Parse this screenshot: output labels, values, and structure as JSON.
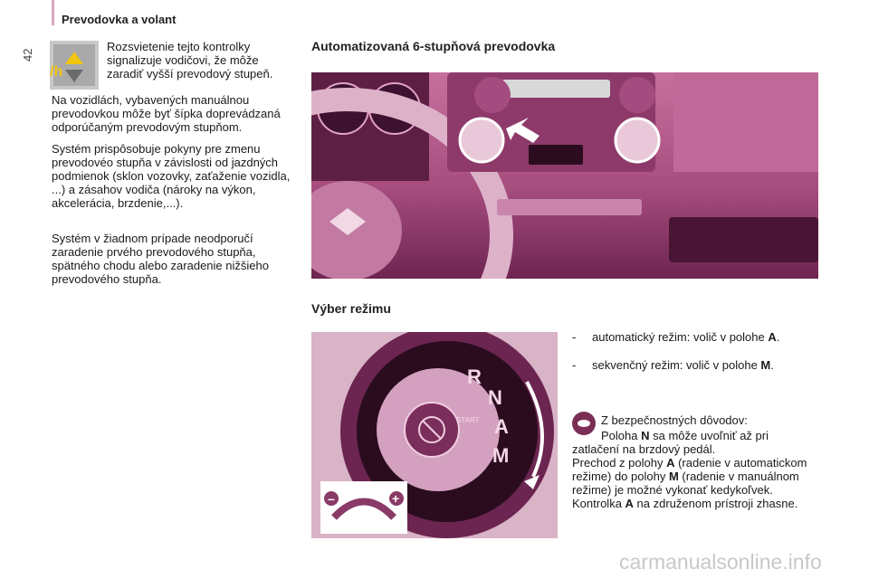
{
  "header": {
    "chapter_title": "Prevodovka a volant",
    "page_number": "42"
  },
  "left_column": {
    "lamp_text": "Rozsvietenie tejto kontrolky signalizuje vodičovi, že môže zaradiť vyšší prevodový stupeň.",
    "lamp_symbol": "/h",
    "paragraph_1": "Na vozidlách, vybavených manuálnou prevodovkou môže byť šípka doprevádzaná odporúčaným prevodovým stupňom.",
    "paragraph_2": "Systém prispôsobuje pokyny pre zmenu prevodovéo stupňa v závislosti od jazdných podmienok (sklon vozovky, zaťaženie vozidla, ...) a zásahov vodiča (nároky na výkon, akcelerácia, brzdenie,...).",
    "paragraph_3": "Systém v žiadnom prípade neodporučí zaradenie prvého prevodového stupňa, spätného chodu alebo zaradenie nižšieho prevodového stupňa."
  },
  "right_column": {
    "heading_1": "Automatizovaná 6-stupňová prevodovka",
    "heading_2": "Výber režimu",
    "dial_letters": [
      "R",
      "N",
      "A",
      "M"
    ],
    "dial_start": "START",
    "bullets": [
      {
        "dash": "-",
        "text": "automatický režim: volič v polohe ",
        "bold": "A",
        "end": "."
      },
      {
        "dash": "-",
        "text": "sekvenčný režim: volič v polohe ",
        "bold": "M",
        "end": "."
      }
    ],
    "warning": {
      "line_1": "Z bezpečnostných dôvodov:",
      "line_2_a": "Poloha ",
      "line_2_bold": "N",
      "line_2_b": " sa môže uvoľniť až pri zatlačení na brzdový pedál.",
      "para_a": "Prechod z polohy ",
      "para_bold_1": "A",
      "para_b": " (radenie v automatickom režime) do polohy ",
      "para_bold_2": "M",
      "para_c": " (radenie v manuálnom režime) je možné vykonať kedykoľvek. Kontrolka ",
      "para_bold_3": "A",
      "para_d": " na združenom prístroji zhasne."
    }
  },
  "watermark": "carmanualsonline.info",
  "colors": {
    "accent_pink": "#d9a7c0",
    "photo_pink": "#c6709e",
    "photo_dark": "#6e2451",
    "lamp_yellow": "#f1c40f"
  }
}
